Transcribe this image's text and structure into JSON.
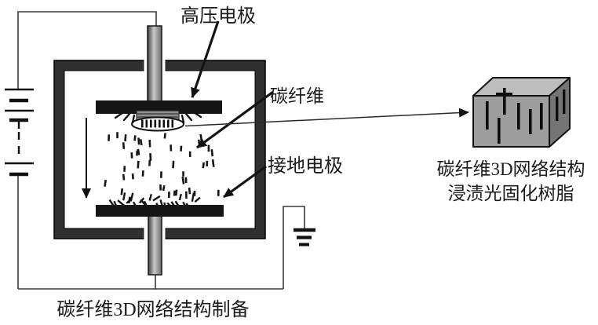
{
  "figure": {
    "labels": {
      "high_voltage_electrode": "高压电极",
      "carbon_fiber": "碳纤维",
      "ground_electrode": "接地电极"
    },
    "captions": {
      "process": "碳纤维3D网络结构制备",
      "product_line1": "碳纤维3D网络结构",
      "product_line2": "浸渍光固化树脂"
    },
    "icons": {
      "battery": "battery-cells-icon",
      "ground": "earth-ground-icon",
      "down_arrow": "downward-arrow-icon",
      "cube": "resin-cube-graphic"
    },
    "colors": {
      "chamber-wall": "#2f2f2f",
      "electrode-plate": "#151515",
      "rod-dark": "#3f3f3f",
      "rod-light": "#c9c9c9",
      "rod-mid": "#6a6a6a",
      "wire": "#3a3a3a",
      "cube-front": "#9e9e9e",
      "cube-top": "#bdbdbd",
      "cube-right": "#757575",
      "ink": "#111111"
    }
  }
}
